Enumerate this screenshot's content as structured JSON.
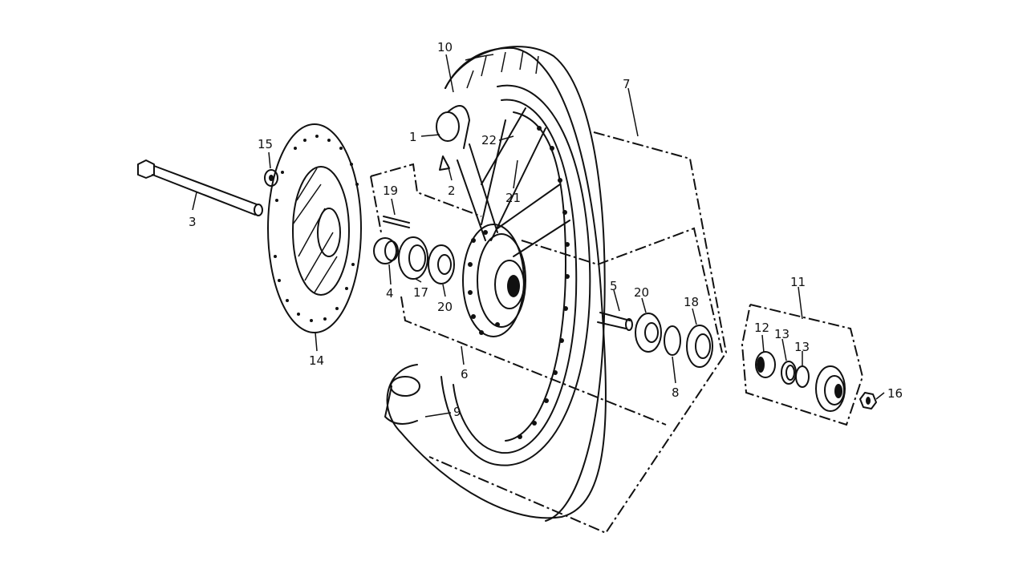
{
  "labels": {
    "p1": "1",
    "p2": "2",
    "p3": "3",
    "p4": "4",
    "p5": "5",
    "p6": "6",
    "p7": "7",
    "p8": "8",
    "p9": "9",
    "p10": "10",
    "p11": "11",
    "p12": "12",
    "p13a": "13",
    "p13b": "13",
    "p14": "14",
    "p15": "15",
    "p16": "16",
    "p17": "17",
    "p18": "18",
    "p19": "19",
    "p20a": "20",
    "p20b": "20",
    "p21": "21",
    "p22": "22"
  }
}
